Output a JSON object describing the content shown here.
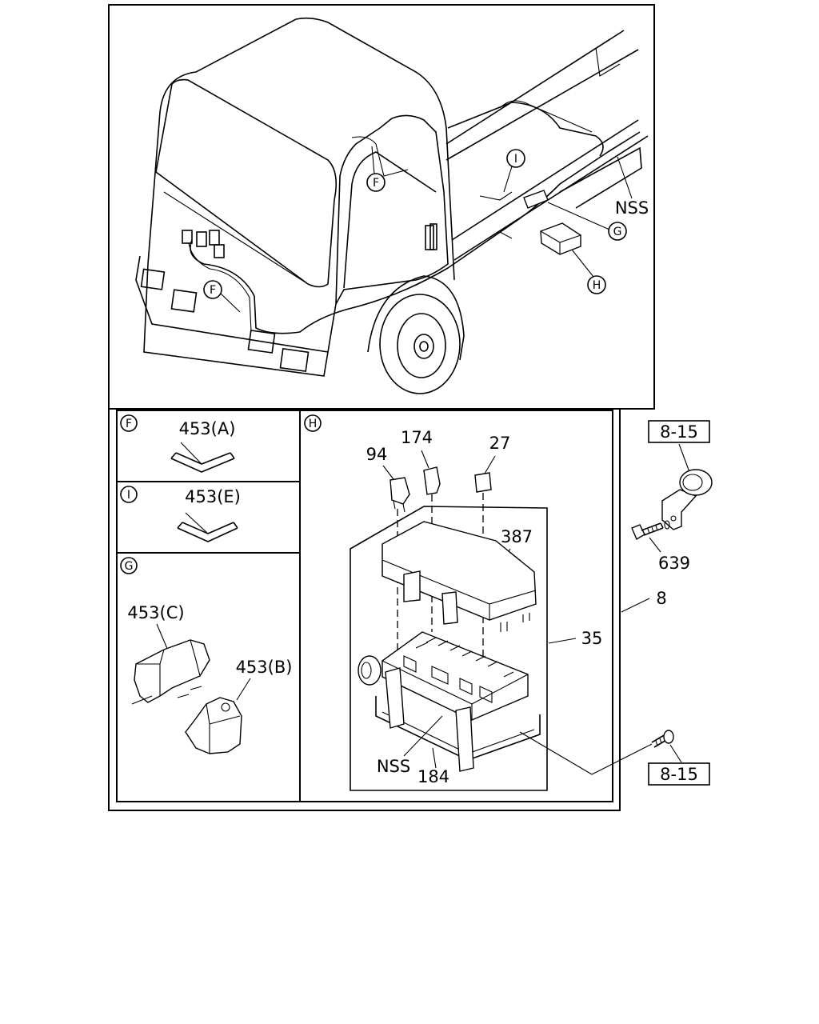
{
  "truck_view": {
    "callouts": {
      "f_top": "F",
      "f_front": "F",
      "i": "I",
      "g": "G",
      "h": "H"
    },
    "label_nss": "NSS"
  },
  "panel_f": {
    "marker": "F",
    "part": "453(A)"
  },
  "panel_i": {
    "marker": "I",
    "part": "453(E)"
  },
  "panel_g": {
    "marker": "G",
    "part_c": "453(C)",
    "part_b": "453(B)"
  },
  "panel_h": {
    "marker": "H",
    "parts": {
      "p94": "94",
      "p174": "174",
      "p27": "27",
      "p387": "387",
      "p35": "35",
      "p184": "184",
      "nss": "NSS"
    }
  },
  "side": {
    "ref_top": "8-15",
    "ref_bottom": "8-15",
    "p639": "639",
    "p8": "8"
  }
}
